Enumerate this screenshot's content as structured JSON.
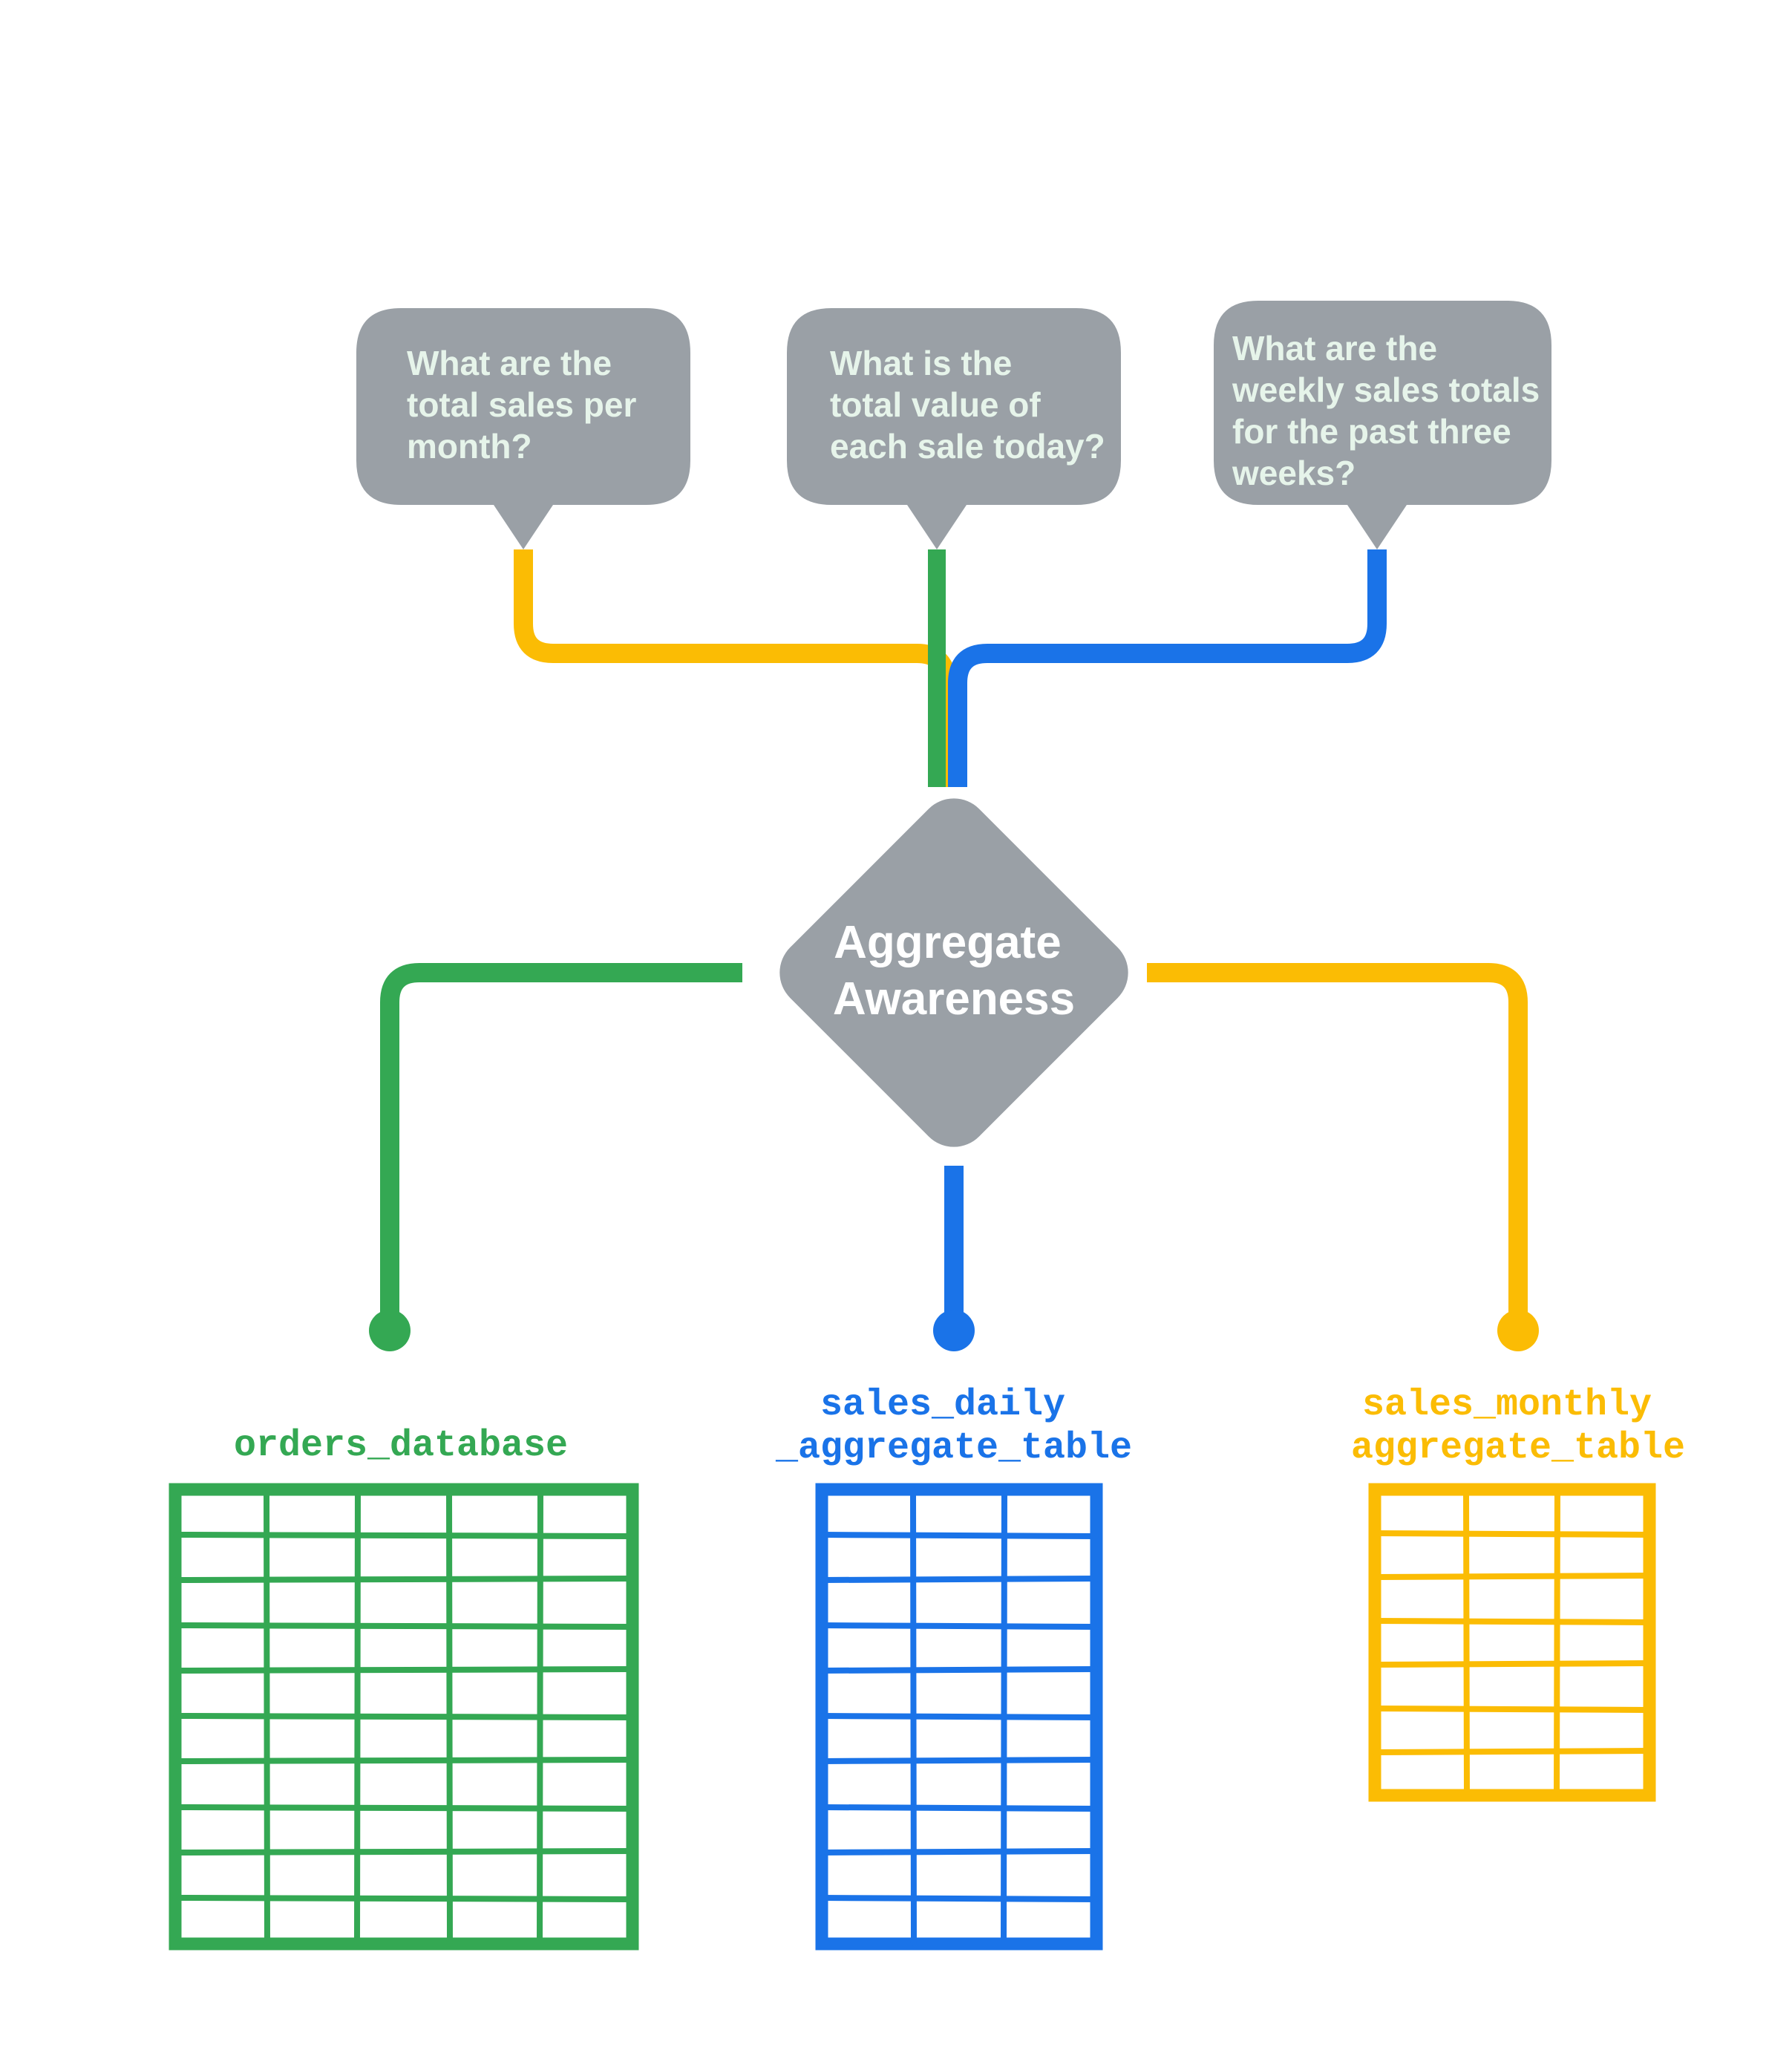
{
  "diagram": {
    "title": "Aggregate Awareness",
    "background_color": "#FFFFFF",
    "colors": {
      "gray": "#9AA0A6",
      "green": "#34A853",
      "blue": "#1A73E8",
      "yellow": "#FBBC04",
      "bubble_text": "#E6F4EA",
      "diamond_text": "#FFFFFF"
    }
  },
  "questions": [
    {
      "id": "question-monthly",
      "color": "#FBBC04",
      "lines": [
        "What are the",
        "total sales per",
        "month?"
      ],
      "text": "What are the total sales per month?"
    },
    {
      "id": "question-daily",
      "color": "#34A853",
      "lines": [
        "What is the",
        "total value of",
        "each sale today?"
      ],
      "text": "What is the total value of each sale today?"
    },
    {
      "id": "question-weekly",
      "color": "#1A73E8",
      "lines": [
        "What are the",
        "weekly sales totals",
        "for the past three",
        "weeks?"
      ],
      "text": "What are the weekly sales totals for the past three weeks?"
    }
  ],
  "center_node": {
    "label_lines": [
      "Aggregate",
      "Awareness"
    ],
    "label": "Aggregate Awareness",
    "shape": "diamond",
    "color": "#9AA0A6"
  },
  "data_sources": [
    {
      "id": "orders-database",
      "label_lines": [
        "orders_database"
      ],
      "label": "orders_database",
      "color": "#34A853",
      "columns": 5,
      "rows": 10
    },
    {
      "id": "sales-daily-aggregate-table",
      "label_lines": [
        "sales_daily",
        "_aggregate_table"
      ],
      "label": "sales_daily_aggregate_table",
      "color": "#1A73E8",
      "columns": 3,
      "rows": 10
    },
    {
      "id": "sales-monthly-aggregate-table",
      "label_lines": [
        "sales_monthly",
        "aggregate_table"
      ],
      "label": "sales_monthly_aggregate_table",
      "color": "#FBBC04",
      "columns": 3,
      "rows": 7
    }
  ],
  "connections": [
    {
      "from": "question-monthly",
      "to": "center-node",
      "color": "#FBBC04"
    },
    {
      "from": "question-daily",
      "to": "center-node",
      "color": "#34A853"
    },
    {
      "from": "question-weekly",
      "to": "center-node",
      "color": "#1A73E8"
    },
    {
      "from": "center-node",
      "to": "orders-database",
      "color": "#34A853"
    },
    {
      "from": "center-node",
      "to": "sales-daily-aggregate-table",
      "color": "#1A73E8"
    },
    {
      "from": "center-node",
      "to": "sales-monthly-aggregate-table",
      "color": "#FBBC04"
    }
  ]
}
